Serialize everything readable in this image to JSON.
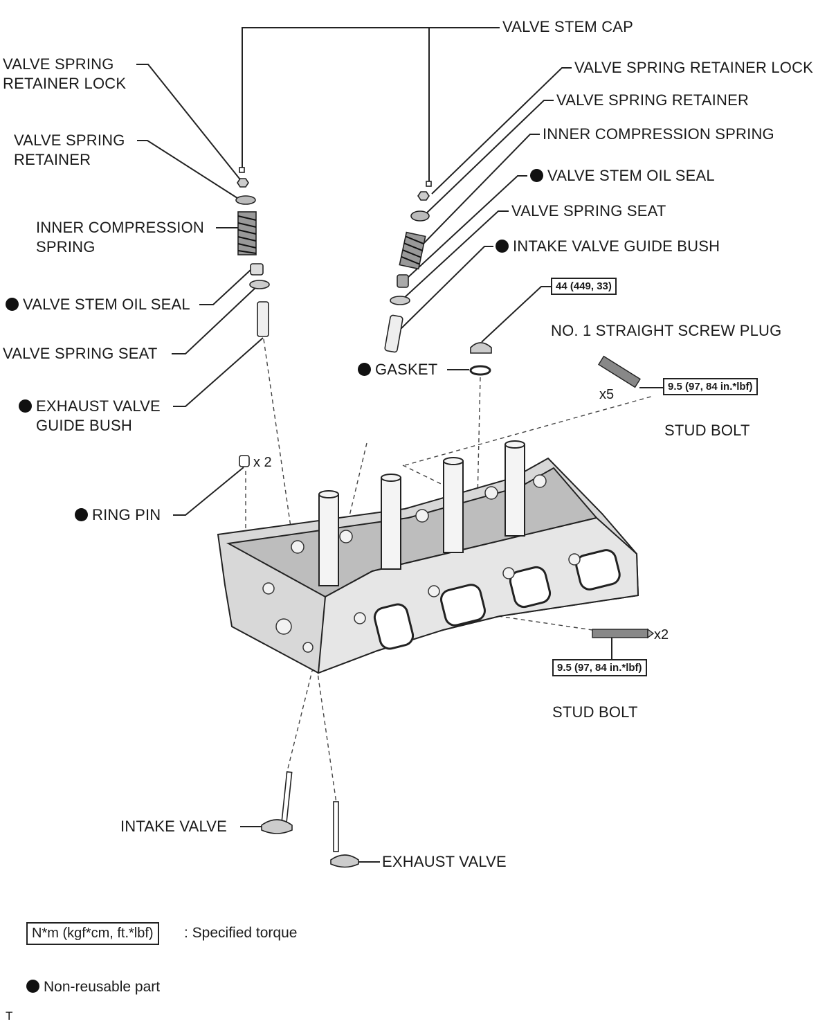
{
  "labels": {
    "valve_stem_cap": "VALVE STEM CAP",
    "left_retainer_lock_l1": "VALVE SPRING",
    "left_retainer_lock_l2": "RETAINER LOCK",
    "left_retainer_l1": "VALVE SPRING",
    "left_retainer_l2": "RETAINER",
    "left_inner_spring_l1": "INNER COMPRESSION",
    "left_inner_spring_l2": "SPRING",
    "left_oil_seal": "VALVE STEM OIL SEAL",
    "left_spring_seat": "VALVE SPRING SEAT",
    "exhaust_guide_l1": "EXHAUST VALVE",
    "exhaust_guide_l2": "GUIDE BUSH",
    "right_retainer_lock": "VALVE SPRING RETAINER LOCK",
    "right_retainer": "VALVE SPRING RETAINER",
    "right_inner_spring": "INNER COMPRESSION SPRING",
    "right_oil_seal": "VALVE STEM OIL SEAL",
    "right_spring_seat": "VALVE SPRING SEAT",
    "intake_guide": "INTAKE VALVE GUIDE BUSH",
    "plug": "NO. 1 STRAIGHT SCREW PLUG",
    "gasket": "GASKET",
    "stud_bolt_top": "STUD BOLT",
    "stud_bolt_bottom": "STUD BOLT",
    "ring_pin": "RING PIN",
    "intake_valve": "INTAKE VALVE",
    "exhaust_valve": "EXHAUST VALVE"
  },
  "torques": {
    "plug": "44 (449, 33)",
    "stud_top": "9.5 (97, 84 in.*lbf)",
    "stud_bottom": "9.5 (97, 84 in.*lbf)"
  },
  "multipliers": {
    "stud_top": "x5",
    "stud_bottom": "x2",
    "ring_pin": "x 2"
  },
  "legend": {
    "torque_box": "N*m (kgf*cm, ft.*lbf)",
    "torque_desc": ": Specified torque",
    "nonreusable": "Non-reusable part"
  },
  "corner_mark": "T"
}
